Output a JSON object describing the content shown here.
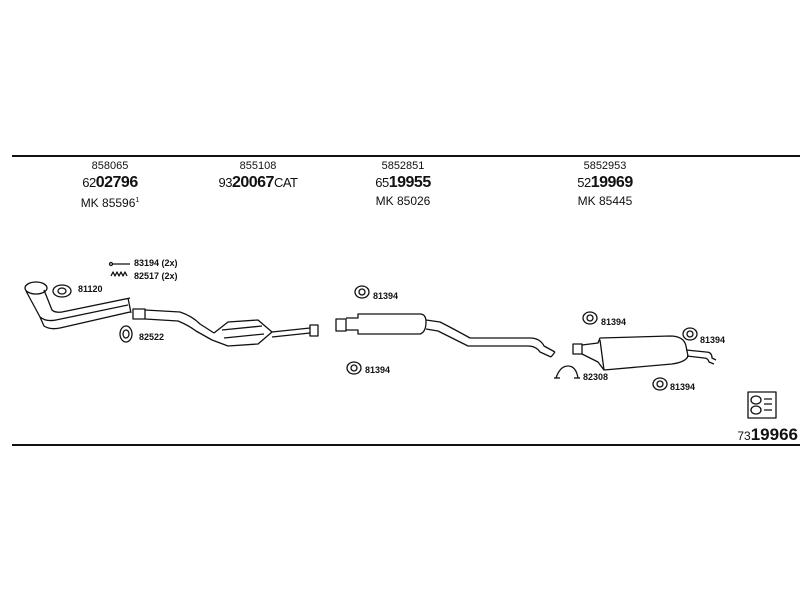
{
  "header_groups": [
    {
      "part_no": "858065",
      "ref_prefix": "62",
      "ref_main": "02796",
      "ref_suffix": "",
      "mk": "MK  85596",
      "mk_note": "1"
    },
    {
      "part_no": "855108",
      "ref_prefix": "93",
      "ref_main": "20067",
      "ref_suffix": "CAT",
      "mk": "",
      "mk_note": ""
    },
    {
      "part_no": "5852851",
      "ref_prefix": "65",
      "ref_main": "19955",
      "ref_suffix": "",
      "mk": "MK  85026",
      "mk_note": ""
    },
    {
      "part_no": "5852953",
      "ref_prefix": "52",
      "ref_main": "19969",
      "ref_suffix": "",
      "mk": "MK  85445",
      "mk_note": ""
    }
  ],
  "labels": {
    "l83194": "83194 (2x)",
    "l82517": "82517 (2x)",
    "l81120": "81120",
    "l82522": "82522",
    "l81394_a": "81394",
    "l81394_b": "81394",
    "l81394_c": "81394",
    "l81394_d": "81394",
    "l81394_e": "81394",
    "l82308": "82308"
  },
  "footer": {
    "prefix": "73",
    "main": "19966"
  }
}
